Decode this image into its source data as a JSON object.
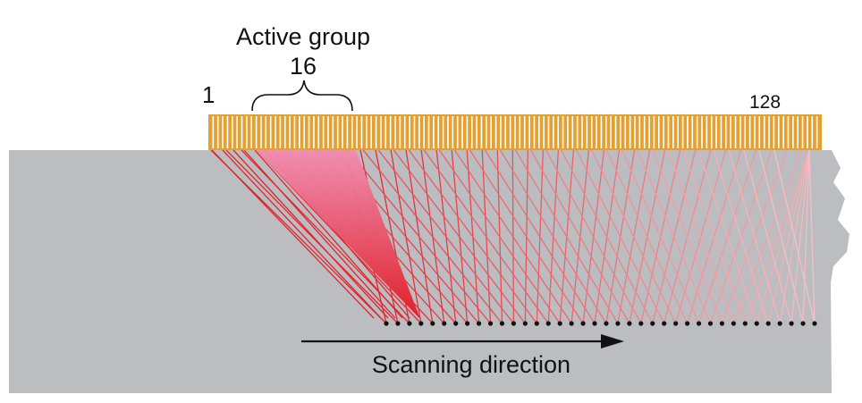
{
  "labels": {
    "active_group": "Active group",
    "active_group_count": "16",
    "first_element": "1",
    "last_element": "128",
    "scanning_direction": "Scanning direction"
  },
  "array": {
    "element_count": 128,
    "active_group_size": 16
  },
  "focal_points": {
    "count": 38
  },
  "colors": {
    "background": "#ffffff",
    "specimen": "#bcbdc0",
    "array_fill": "#e3a133",
    "array_element_line": "#ffffff",
    "beam_line_start": "#e2232b",
    "beam_line_end": "#f6c1c6",
    "beam_fill_top": "#f28cb0",
    "beam_fill_bottom": "#e0202a",
    "focal_dot": "#111111",
    "text": "#111111"
  }
}
